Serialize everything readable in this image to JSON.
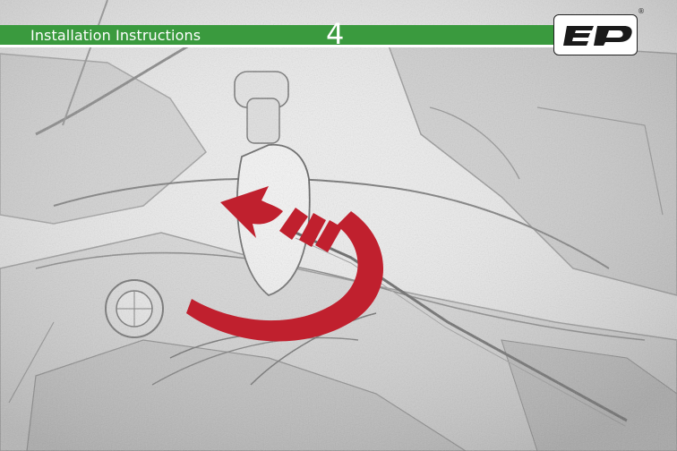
{
  "header": {
    "title": "Installation Instructions",
    "step": "4",
    "accent_color": "#3a9a3e",
    "registered_mark": "®"
  },
  "logo": {
    "icon": "ep-logo-icon"
  },
  "illustration": {
    "arrow_color": "#c0202e",
    "arrow_direction": "counter-clockwise",
    "icons": [
      "motorcycle-sketch",
      "indicator-light",
      "hex-key-tool",
      "rotation-arrow-icon"
    ]
  }
}
